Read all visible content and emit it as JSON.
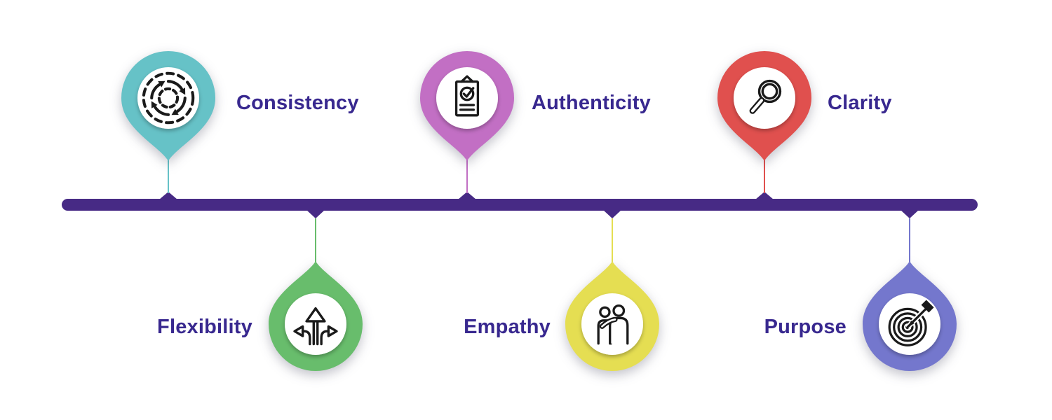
{
  "diagram": {
    "type": "horizontal-timeline",
    "theme": {
      "background": "#ffffff",
      "timeline_color": "#472a85",
      "label_color": "#38288f",
      "icon_color": "#1a1a1a",
      "pin_inner_color": "#ffffff"
    },
    "items": [
      {
        "label": "Consistency",
        "color": "#66c2c7",
        "icon": "cycle-arrows-icon",
        "side": "top"
      },
      {
        "label": "Flexibility",
        "color": "#68bd6c",
        "icon": "three-way-arrows-icon",
        "side": "bottom"
      },
      {
        "label": "Authenticity",
        "color": "#c26fc4",
        "icon": "clipboard-check-icon",
        "side": "top"
      },
      {
        "label": "Empathy",
        "color": "#e5de52",
        "icon": "two-people-icon",
        "side": "bottom"
      },
      {
        "label": "Clarity",
        "color": "#e0504e",
        "icon": "magnifier-icon",
        "side": "top"
      },
      {
        "label": "Purpose",
        "color": "#7477cd",
        "icon": "target-dart-icon",
        "side": "bottom"
      }
    ]
  }
}
